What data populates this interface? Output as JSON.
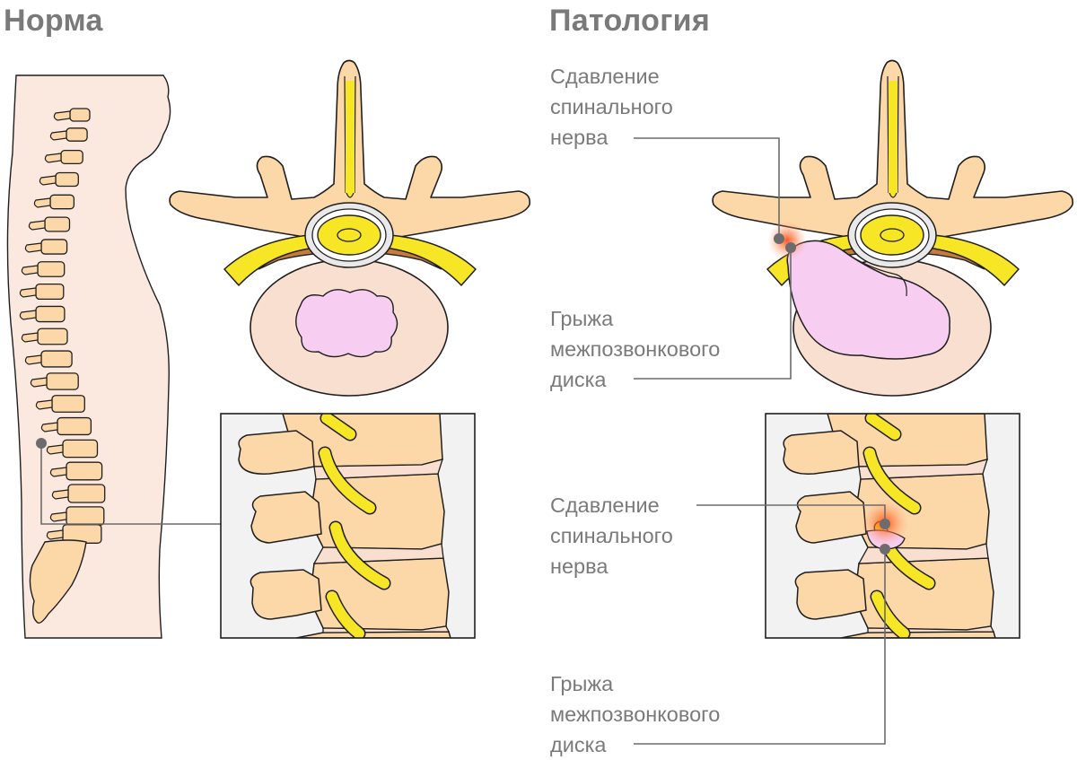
{
  "titles": {
    "normal": "Норма",
    "pathology": "Патология"
  },
  "labels": {
    "compression_top": [
      "Сдавление",
      "спинального",
      "нерва"
    ],
    "hernia_top": [
      "Грыжа",
      "межпозвонкового",
      "диска"
    ],
    "compression_bottom": [
      "Сдавление",
      "спинального",
      "нерва"
    ],
    "hernia_bottom": [
      "Грыжа",
      "межпозвонкового",
      "диска"
    ]
  },
  "colors": {
    "body": "#fbe9df",
    "bone": "#fcd7a8",
    "outline": "#1f1f1f",
    "nerve": "#f7e625",
    "nucleus": "#f7cdf1",
    "disc": "#f9dfcf",
    "ligament": "#c67b3e",
    "leader": "#6c6c6c",
    "inflammation": "#ff5a2a",
    "text": "#7a7a7a"
  }
}
